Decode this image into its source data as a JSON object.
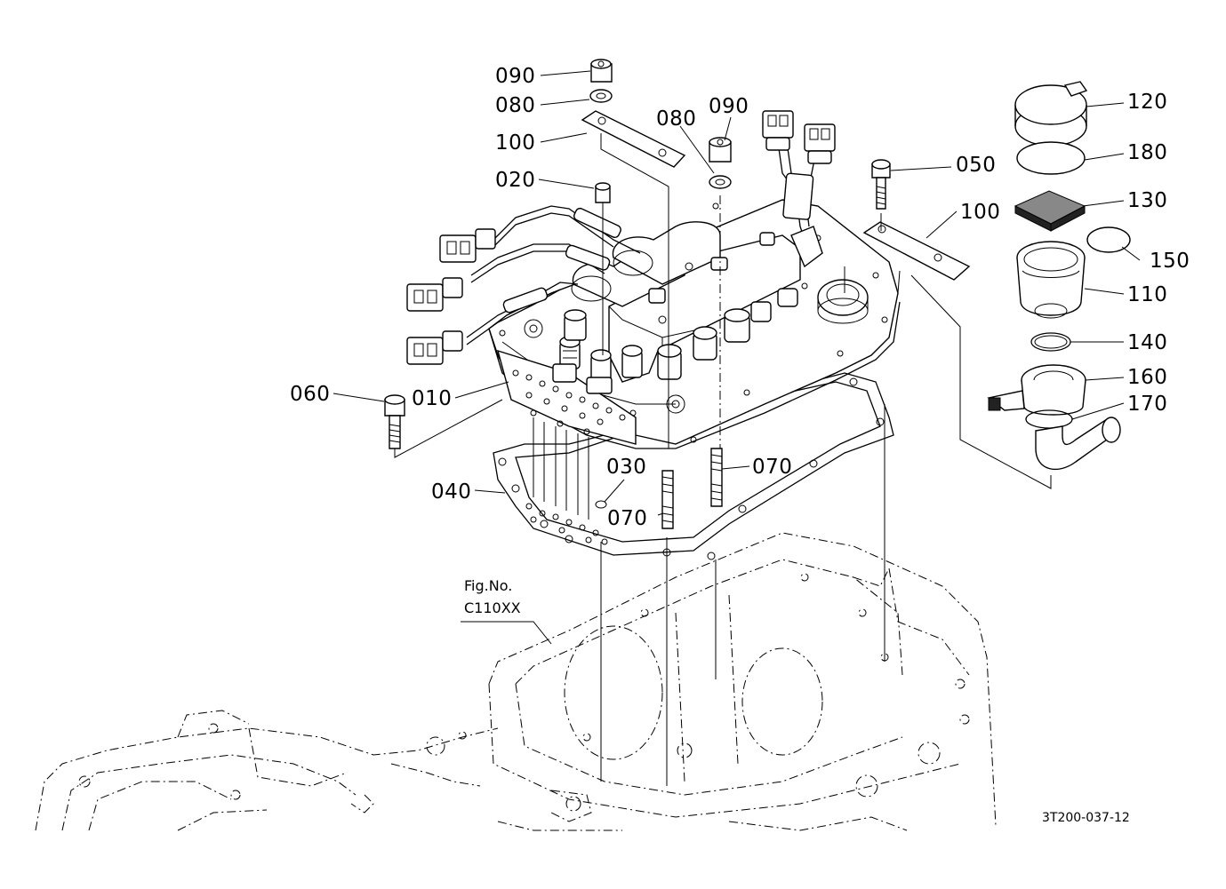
{
  "labels": [
    {
      "id": "p090a",
      "text": "090"
    },
    {
      "id": "p080a",
      "text": "080"
    },
    {
      "id": "p100a",
      "text": "100"
    },
    {
      "id": "p080b",
      "text": "080"
    },
    {
      "id": "p090b",
      "text": "090"
    },
    {
      "id": "p020",
      "text": "020"
    },
    {
      "id": "p050",
      "text": "050"
    },
    {
      "id": "p100b",
      "text": "100"
    },
    {
      "id": "p120",
      "text": "120"
    },
    {
      "id": "p180",
      "text": "180"
    },
    {
      "id": "p130",
      "text": "130"
    },
    {
      "id": "p150",
      "text": "150"
    },
    {
      "id": "p110",
      "text": "110"
    },
    {
      "id": "p140",
      "text": "140"
    },
    {
      "id": "p160",
      "text": "160"
    },
    {
      "id": "p170",
      "text": "170"
    },
    {
      "id": "p060",
      "text": "060"
    },
    {
      "id": "p010",
      "text": "010"
    },
    {
      "id": "p030",
      "text": "030"
    },
    {
      "id": "p070a",
      "text": "070"
    },
    {
      "id": "p070b",
      "text": "070"
    },
    {
      "id": "p040",
      "text": "040"
    }
  ],
  "fig_ref": {
    "line1": "Fig.No.",
    "line2": "C110XX"
  },
  "drawing_code": "3T200-037-12"
}
